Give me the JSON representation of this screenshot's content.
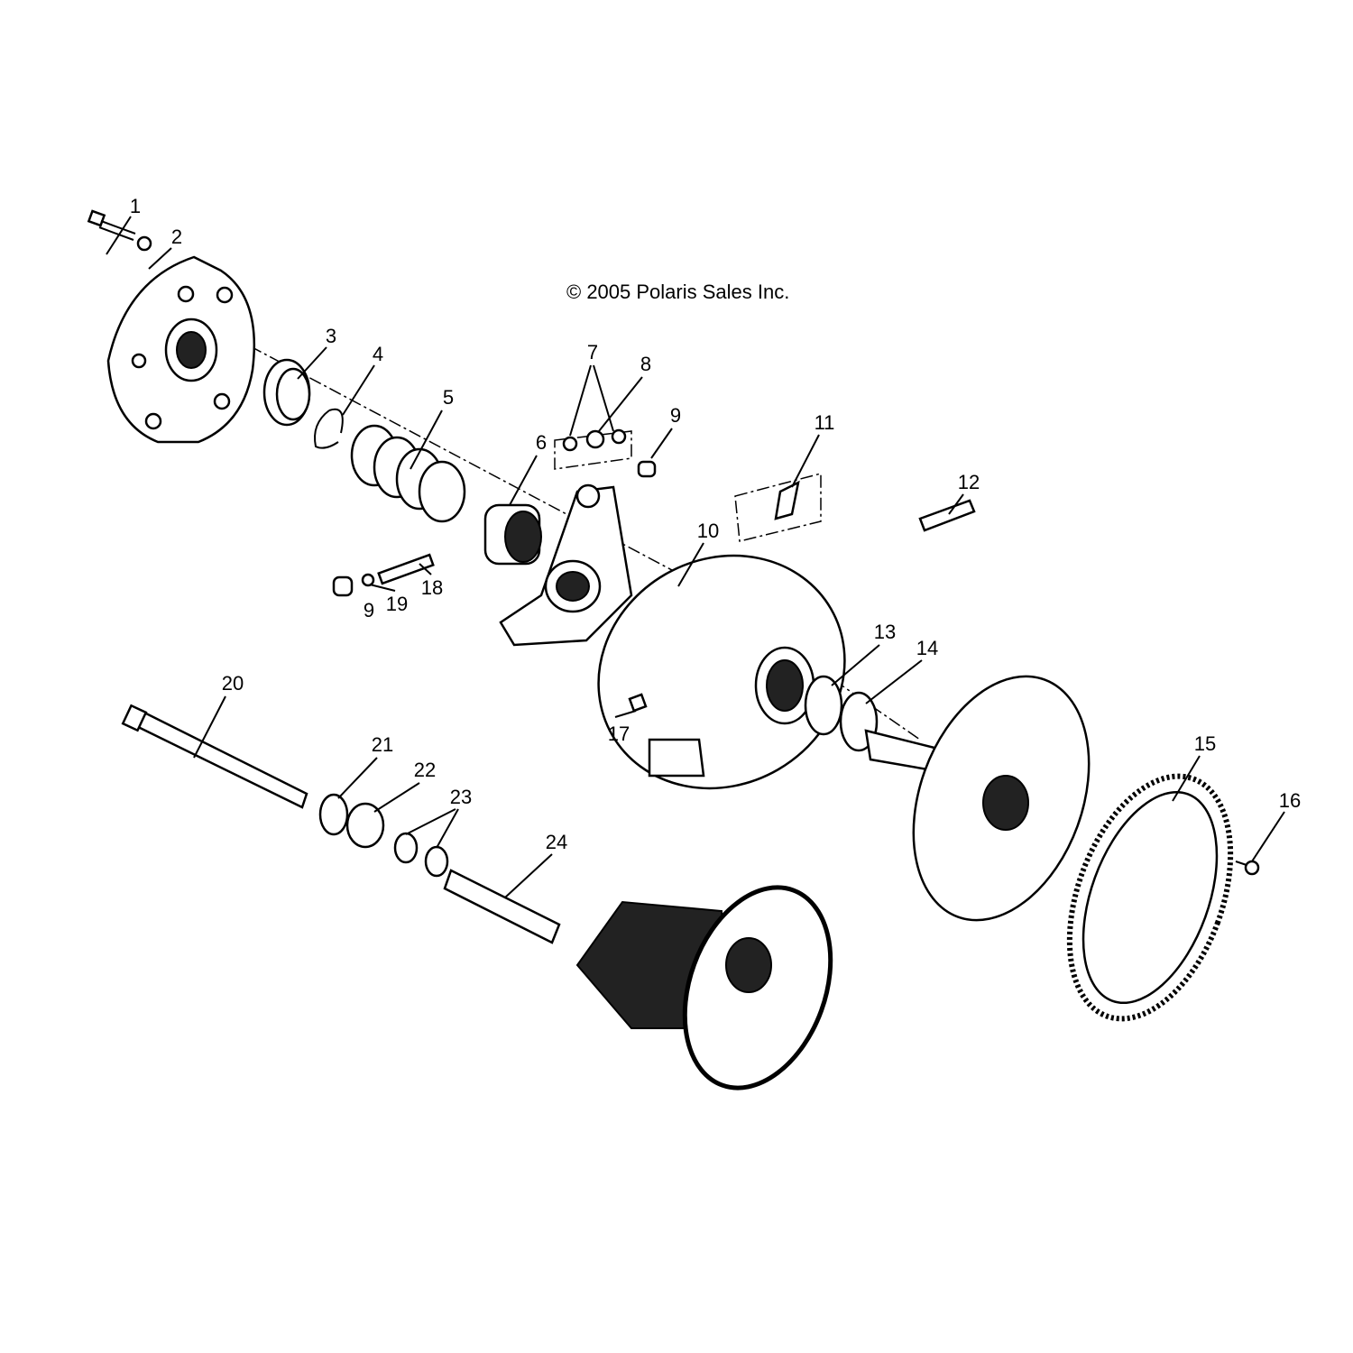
{
  "copyright": "© 2005 Polaris Sales Inc.",
  "callouts": {
    "c1": "1",
    "c2": "2",
    "c3": "3",
    "c4": "4",
    "c5": "5",
    "c6": "6",
    "c7": "7",
    "c8": "8",
    "c9a": "9",
    "c9b": "9",
    "c10": "10",
    "c11": "11",
    "c12": "12",
    "c13": "13",
    "c14": "14",
    "c15": "15",
    "c16": "16",
    "c17": "17",
    "c18": "18",
    "c19": "19",
    "c20": "20",
    "c21": "21",
    "c22": "22",
    "c23": "23",
    "c24": "24"
  }
}
